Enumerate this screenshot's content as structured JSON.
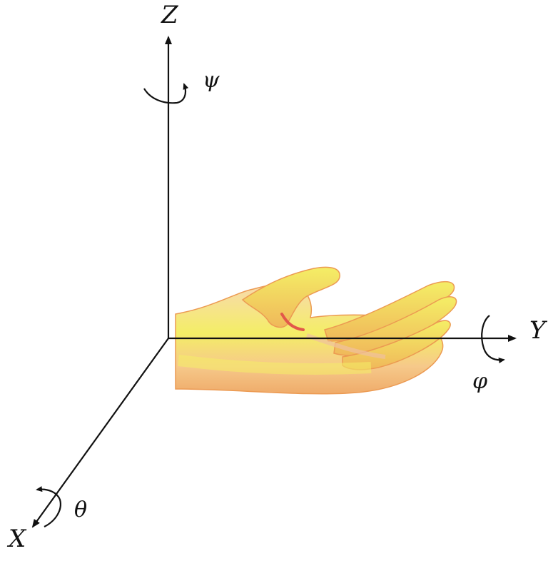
{
  "diagram": {
    "axes": {
      "z_label": "Z",
      "y_label": "Y",
      "x_label": "X"
    },
    "rotations": {
      "psi": "ψ",
      "phi": "φ",
      "theta": "θ"
    },
    "colors": {
      "line": "#111111",
      "hand_skin": "#f6c98a",
      "hand_highlight": "#f4ee66",
      "hand_shadow": "#e88a3a",
      "hand_crease": "#e2584a"
    },
    "icons": [
      "hand-icon",
      "rotation-arrow-icon"
    ]
  }
}
